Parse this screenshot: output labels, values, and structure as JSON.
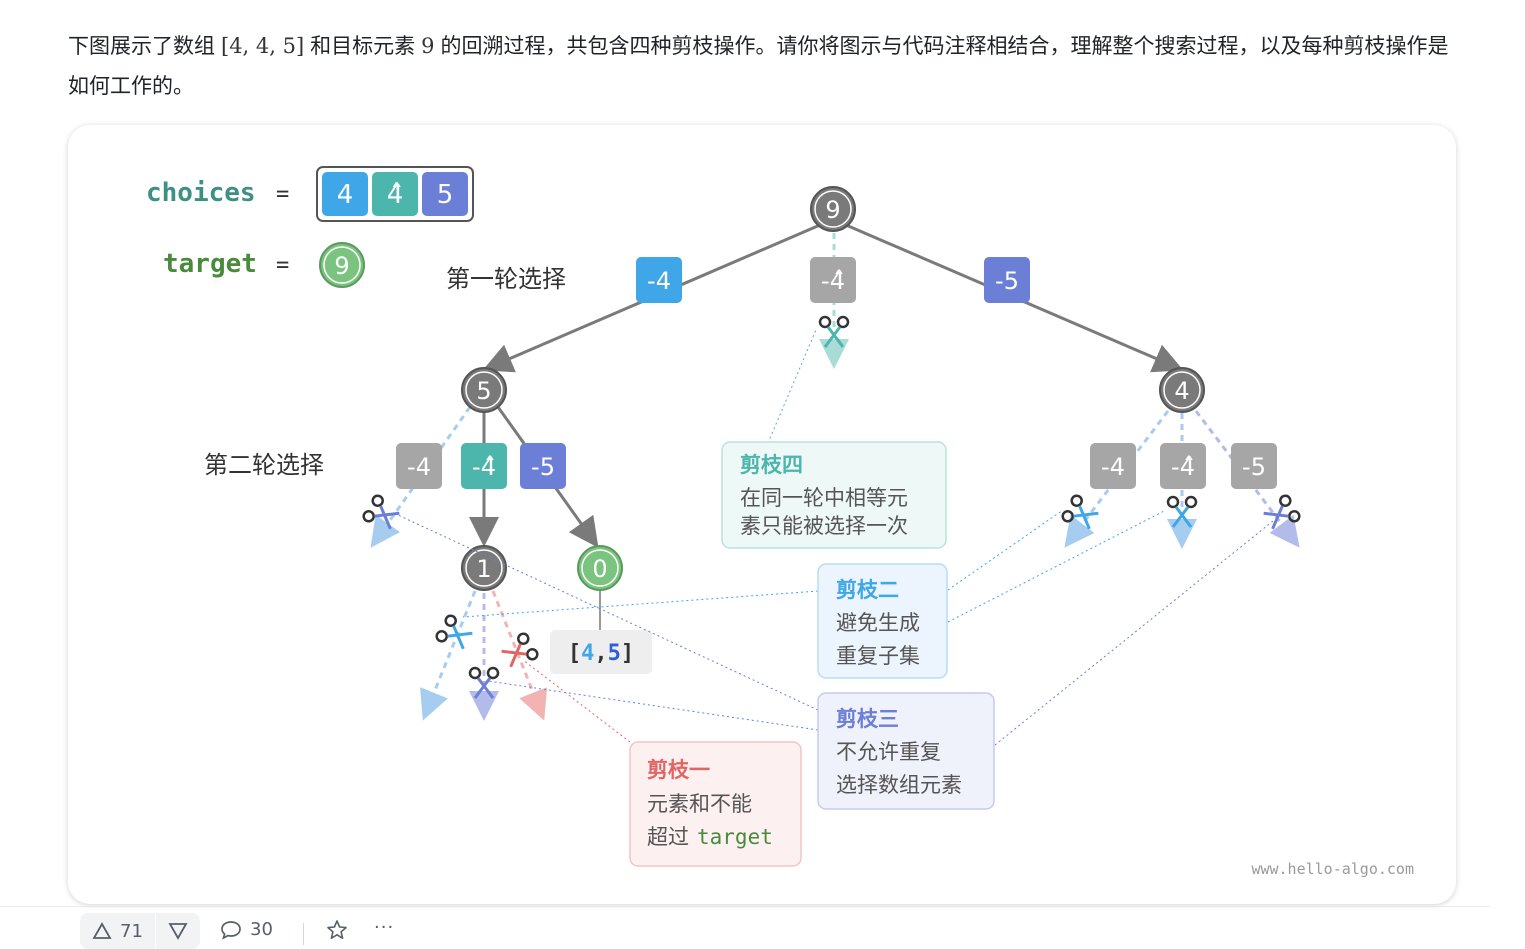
{
  "intro": {
    "part1": "下图展示了数组",
    "array": "[4, 4, 5]",
    "part2": "和目标元素",
    "target": "9",
    "part3": "的回溯过程，共包含四种剪枝操作。请你将图示与代码注释相结合，理解整个搜索过程，以及每种剪枝操作是如何工作的。"
  },
  "diagram": {
    "choices_label": "choices",
    "target_label": "target",
    "equals": "=",
    "choices": [
      "4",
      "4̂",
      "5"
    ],
    "target_value": "9",
    "round1_label": "第一轮选择",
    "round2_label": "第二轮选择",
    "root": "9",
    "node_5": "5",
    "node_4": "4",
    "node_1": "1",
    "node_0": "0",
    "edge_r1": [
      "-4",
      "-4̂",
      "-5"
    ],
    "edge_left": [
      "-4",
      "-4̂",
      "-5"
    ],
    "edge_right": [
      "-4",
      "-4̂",
      "-5"
    ],
    "result_open": "[",
    "result_4": "4",
    "result_comma": ",",
    "result_5": "5",
    "result_close": "]",
    "prune1_title": "剪枝一",
    "prune1_line1": "元素和不能",
    "prune1_line2": "超过",
    "prune1_code": "target",
    "prune2_title": "剪枝二",
    "prune2_line1": "避免生成",
    "prune2_line2": "重复子集",
    "prune3_title": "剪枝三",
    "prune3_line1": "不允许重复",
    "prune3_line2": "选择数组元素",
    "prune4_title": "剪枝四",
    "prune4_line1": "在同一轮中相等元",
    "prune4_line2": "素只能被选择一次",
    "watermark": "www.hello-algo.com"
  },
  "colors": {
    "blue": "#3fa6e8",
    "teal": "#4db6ac",
    "purple": "#6b7fd6",
    "gray": "#a6a6a6",
    "green": "#7bc47f",
    "red": "#e06666",
    "node_gray": "#7a7a7a"
  },
  "footer": {
    "upvotes": "71",
    "comments": "30",
    "more": "···"
  }
}
